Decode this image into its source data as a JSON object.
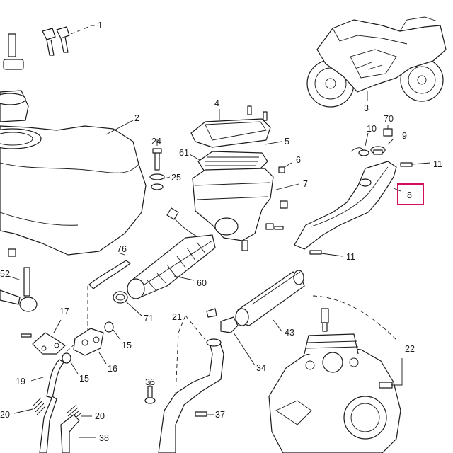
{
  "diagram": {
    "labels": {
      "l1": "1",
      "l2": "2",
      "l3": "3",
      "l4": "4",
      "l5": "5",
      "l6": "6",
      "l7": "7",
      "l8": "8",
      "l9": "9",
      "l10": "10",
      "l11a": "11",
      "l11b": "11",
      "l15a": "15",
      "l15b": "15",
      "l16": "16",
      "l17": "17",
      "l19": "19",
      "l20a": "20",
      "l20b": "20",
      "l21": "21",
      "l22": "22",
      "l24": "24",
      "l25": "25",
      "l34": "34",
      "l36": "36",
      "l37": "37",
      "l38": "38",
      "l43": "43",
      "l52": "52",
      "l60": "60",
      "l61": "61",
      "l70": "70",
      "l71": "71",
      "l76": "76"
    },
    "highlighted_part": "8",
    "highlight_color": "#d0105a"
  }
}
